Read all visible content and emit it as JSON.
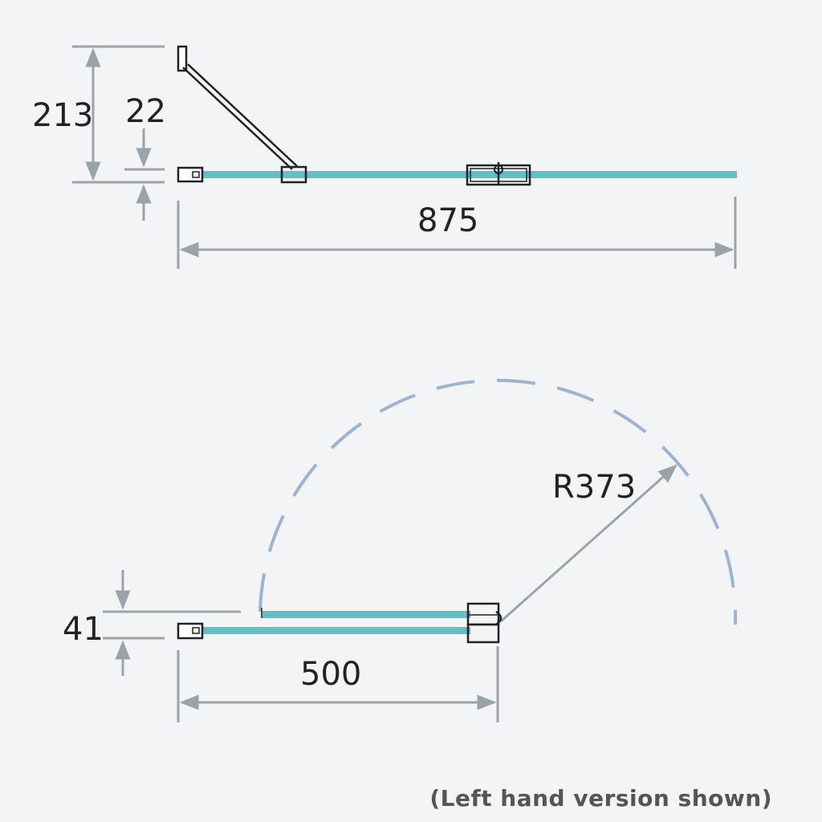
{
  "colors": {
    "background": "#f3f4f6",
    "dimension_line": "#9aa3a8",
    "glass": "#5fc0c6",
    "outline": "#222222",
    "swing_arc": "#9cb4d2",
    "text": "#222222",
    "caption": "#555555"
  },
  "top_view": {
    "dims": {
      "depth": "213",
      "offset": "22",
      "width": "875"
    }
  },
  "bottom_view": {
    "dims": {
      "offset": "41",
      "width": "500",
      "radius": "R373"
    }
  },
  "caption": "(Left hand version shown)"
}
